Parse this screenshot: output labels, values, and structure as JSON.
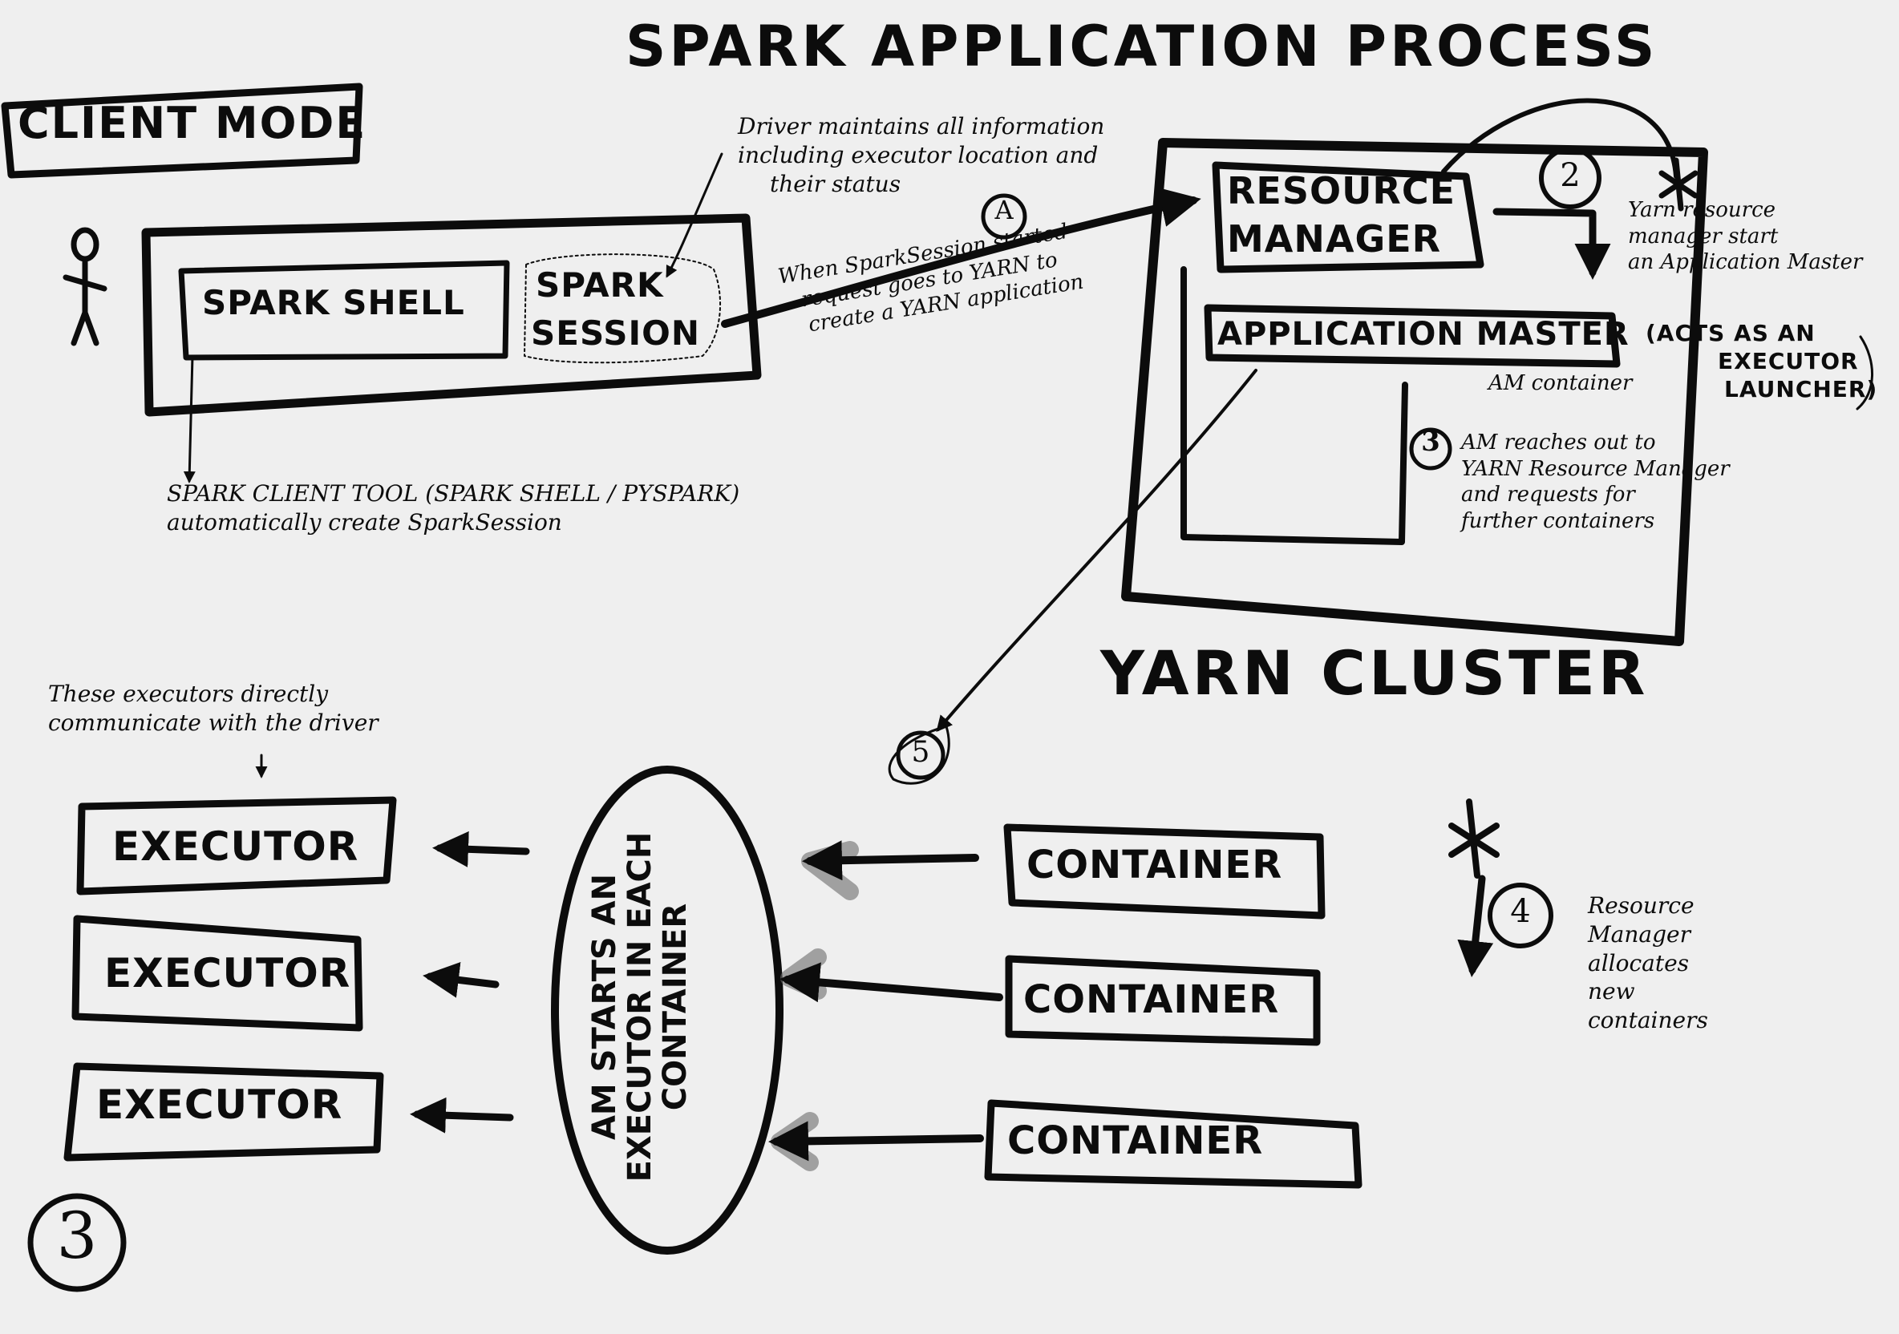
{
  "title": "SPARK APPLICATION PROCESS",
  "mode_label": "CLIENT MODE",
  "spark_shell": "SPARK SHELL",
  "spark_session": [
    "SPARK",
    "SESSION"
  ],
  "driver_note": [
    "Driver maintains all information",
    "including executor location and",
    "their status"
  ],
  "client_tool_note": [
    "SPARK CLIENT TOOL (SPARK SHELL / PYSPARK)",
    "automatically create SparkSession"
  ],
  "step_a": {
    "marker": "A",
    "text": [
      "When SparkSession started",
      "request goes to YARN to",
      "create a YARN application"
    ]
  },
  "resource_manager": [
    "RESOURCE",
    "MANAGER"
  ],
  "step_2": {
    "marker": "2",
    "text": [
      "Yarn resource",
      "manager start",
      "an Application Master"
    ]
  },
  "application_master": "APPLICATION MASTER",
  "am_role_note": [
    "(ACTS AS AN",
    "EXECUTOR",
    "LAUNCHER)"
  ],
  "am_container": "AM container",
  "step_3": {
    "marker": "3",
    "text": [
      "AM reaches out to",
      "YARN Resource Manager",
      "and requests for",
      "further containers"
    ]
  },
  "yarn_cluster": "YARN CLUSTER",
  "step_5": {
    "marker": "5"
  },
  "executors_note": [
    "These executors directly",
    "communicate with the driver"
  ],
  "executors": [
    "EXECUTOR",
    "EXECUTOR",
    "EXECUTOR"
  ],
  "am_starts": [
    "AM STARTS AN",
    "EXECUTOR IN EACH",
    "CONTAINER"
  ],
  "containers": [
    "CONTAINER",
    "CONTAINER",
    "CONTAINER"
  ],
  "step_4": {
    "marker": "4",
    "text": [
      "Resource",
      "Manager",
      "allocates",
      "new",
      "containers"
    ]
  },
  "page_number": "3",
  "ink_color": "#0c0c0c",
  "paper_color": "#efefef",
  "arrow_shadow_color": "#6a6a6a"
}
